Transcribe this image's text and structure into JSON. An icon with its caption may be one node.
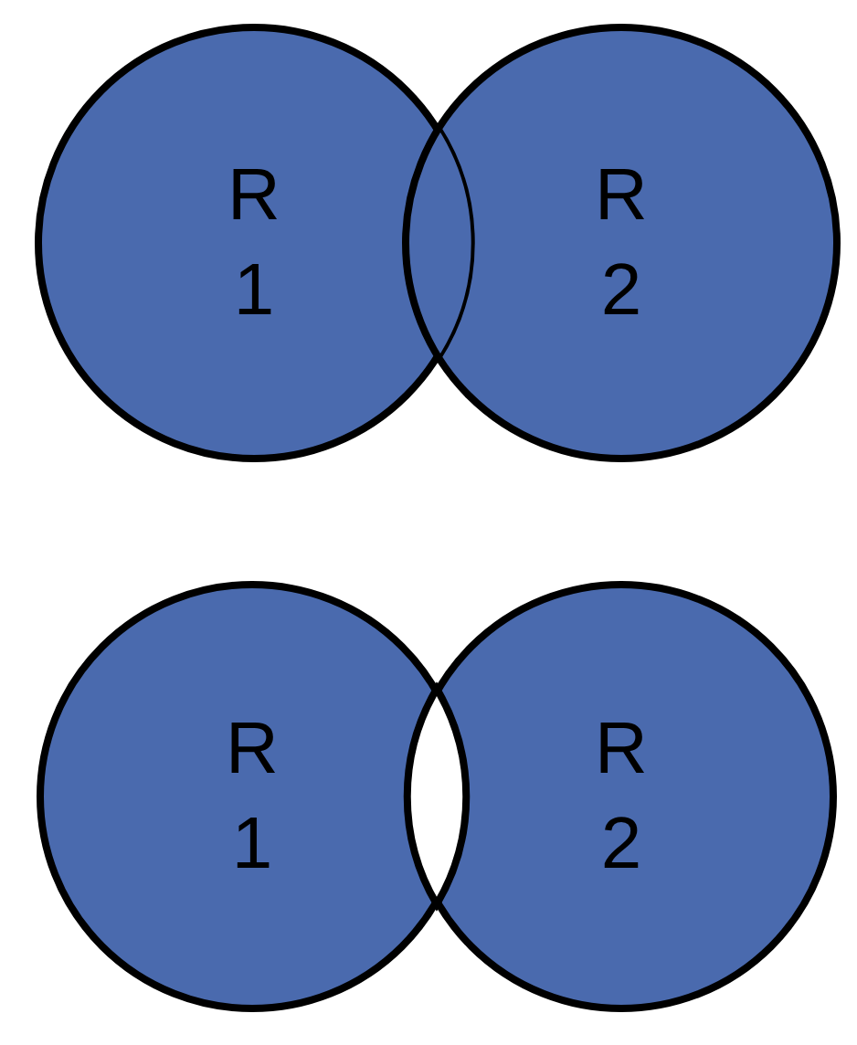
{
  "diagram": {
    "nodes": [
      {
        "text": [
          "R 1"
        ]
      },
      {
        "text": [
          "R 2"
        ]
      },
      {
        "text": [
          "R 1"
        ]
      },
      {
        "text": [
          "R 2"
        ]
      },
      {
        "text": [],
        "shape": "lens"
      }
    ]
  }
}
